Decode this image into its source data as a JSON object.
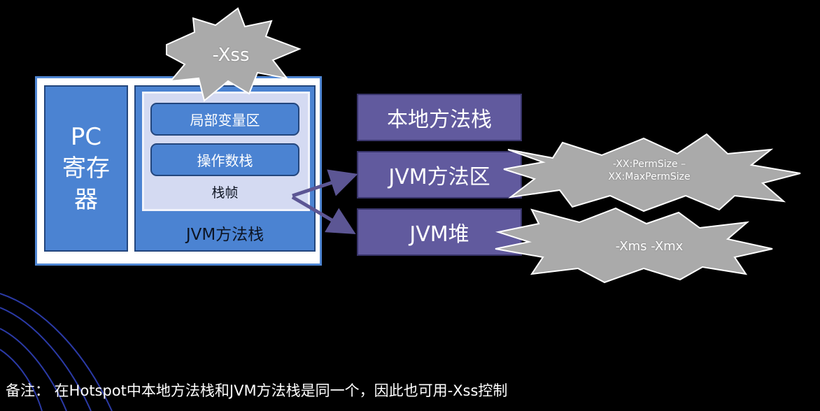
{
  "pc_register": {
    "label": "PC\n寄存\n器"
  },
  "jvm_stack": {
    "label": "JVM方法栈",
    "frame": {
      "local_vars": "局部变量区",
      "operand_stack": "操作数栈",
      "label": "栈帧"
    }
  },
  "right_boxes": {
    "native_stack": "本地方法栈",
    "method_area": "JVM方法区",
    "heap": "JVM堆"
  },
  "bursts": {
    "xss": "-Xss",
    "perm": "-XX:PermSize –\nXX:MaxPermSize",
    "heap": "-Xms -Xmx"
  },
  "note": "备注：  在Hotspot中本地方法栈和JVM方法栈是同一个，因此也可用-Xss控制",
  "colors": {
    "blue": "#4b83d2",
    "purple": "#615a9e",
    "burst": "#aaaaaa",
    "arrow": "#5c5694",
    "background": "#000000"
  }
}
